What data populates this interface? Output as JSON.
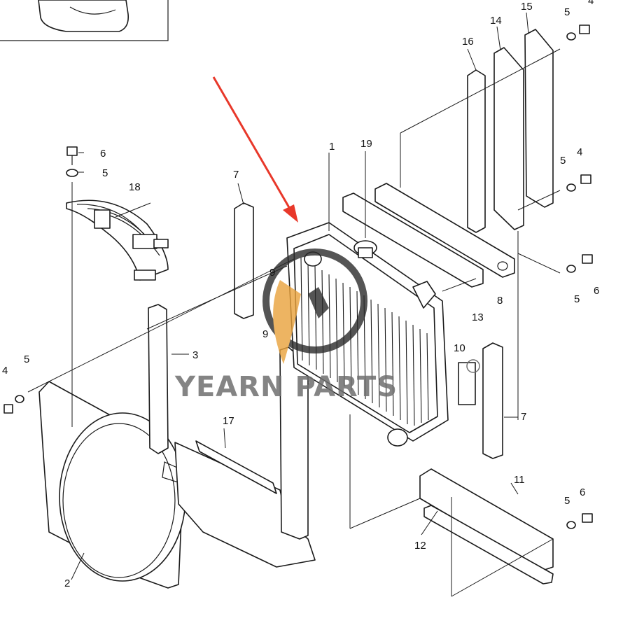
{
  "watermark": {
    "text": "YEARN PARTS",
    "accent": "#e9a23b",
    "text_color": "#6f6f6f"
  },
  "arrow": {
    "color": "#e8382a"
  },
  "labels": {
    "n1": "1",
    "n2": "2",
    "n3": "3",
    "n4a": "4",
    "n4b": "4",
    "n4c": "4",
    "n5a": "5",
    "n5b": "5",
    "n5c": "5",
    "n5d": "5",
    "n5e": "5",
    "n5f": "5",
    "n6a": "6",
    "n6b": "6",
    "n6c": "6",
    "n7a": "7",
    "n7b": "7",
    "n8": "8",
    "n9a": "9",
    "n9b": "9",
    "n10": "10",
    "n11": "11",
    "n12": "12",
    "n13": "13",
    "n14": "14",
    "n15": "15",
    "n16": "16",
    "n17": "17",
    "n18": "18",
    "n19": "19"
  }
}
